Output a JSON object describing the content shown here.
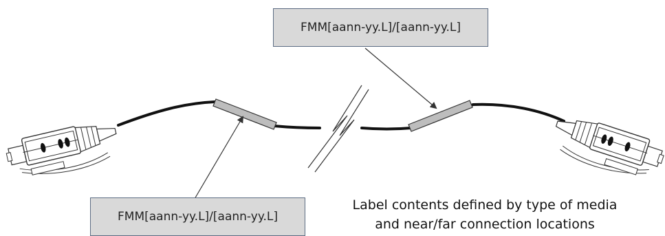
{
  "labels": {
    "top": "FMM[aann-yy.L]/[aann-yy.L]",
    "bottom": "FMM[aann-yy.L]/[aann-yy.L]"
  },
  "caption": {
    "line1": "Label contents defined by type of media",
    "line2": "and near/far connection locations"
  },
  "colors": {
    "cable": "#111111",
    "sleeve": "#bdbdbd",
    "label_fill": "#d9d9d9",
    "label_border": "#5b6b82",
    "arrow": "#333333"
  }
}
